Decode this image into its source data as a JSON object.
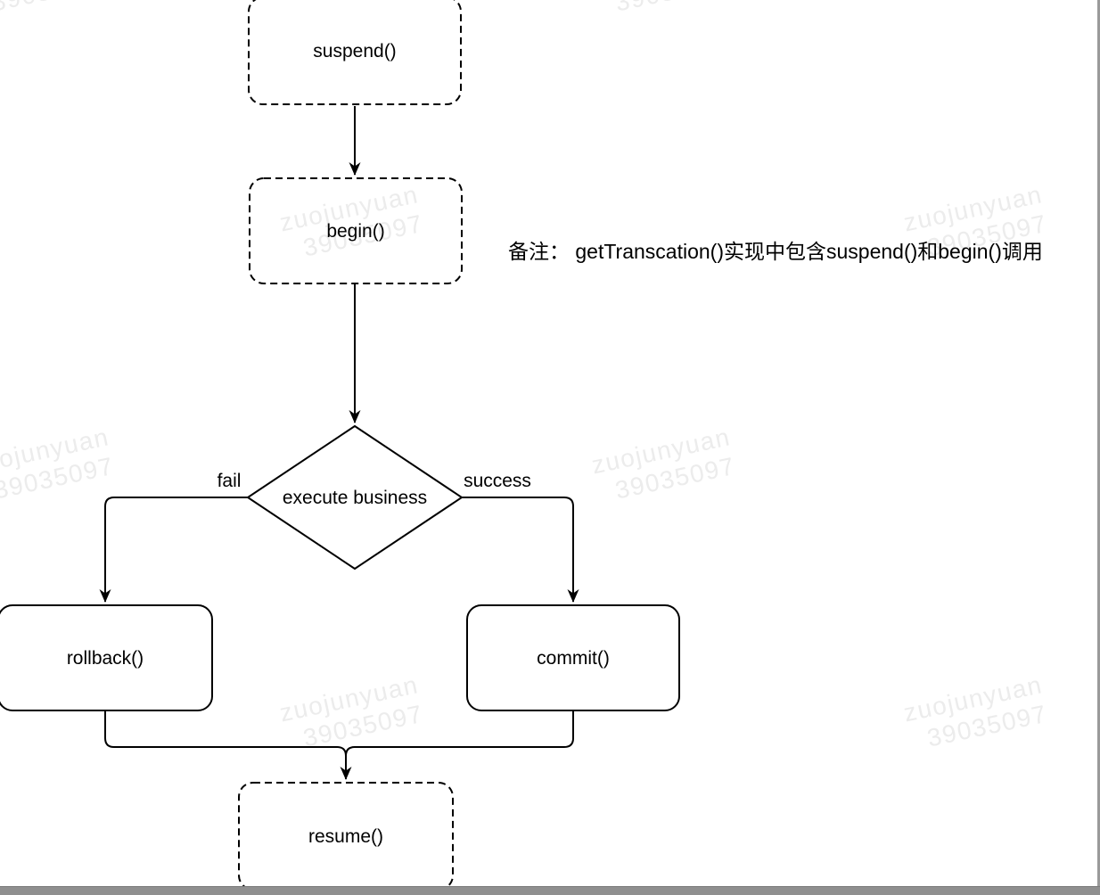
{
  "watermark": {
    "line1": "zuojunyuan",
    "line2": "39035097"
  },
  "flowchart": {
    "nodes": {
      "suspend": {
        "label": "suspend()",
        "style": "dashed"
      },
      "begin": {
        "label": "begin()",
        "style": "dashed"
      },
      "decision": {
        "label": "execute business",
        "style": "solid"
      },
      "rollback": {
        "label": "rollback()",
        "style": "solid"
      },
      "commit": {
        "label": "commit()",
        "style": "solid"
      },
      "resume": {
        "label": "resume()",
        "style": "dashed"
      }
    },
    "edge_labels": {
      "fail": "fail",
      "success": "success"
    },
    "note": "备注： getTranscation()实现中包含suspend()和begin()调用"
  },
  "colors": {
    "background": "#ffffff",
    "stroke": "#000000",
    "text": "#000000",
    "watermark": "#ececec",
    "scrollbar": "#8f8f8f",
    "window_border": "#9a9a9a"
  }
}
